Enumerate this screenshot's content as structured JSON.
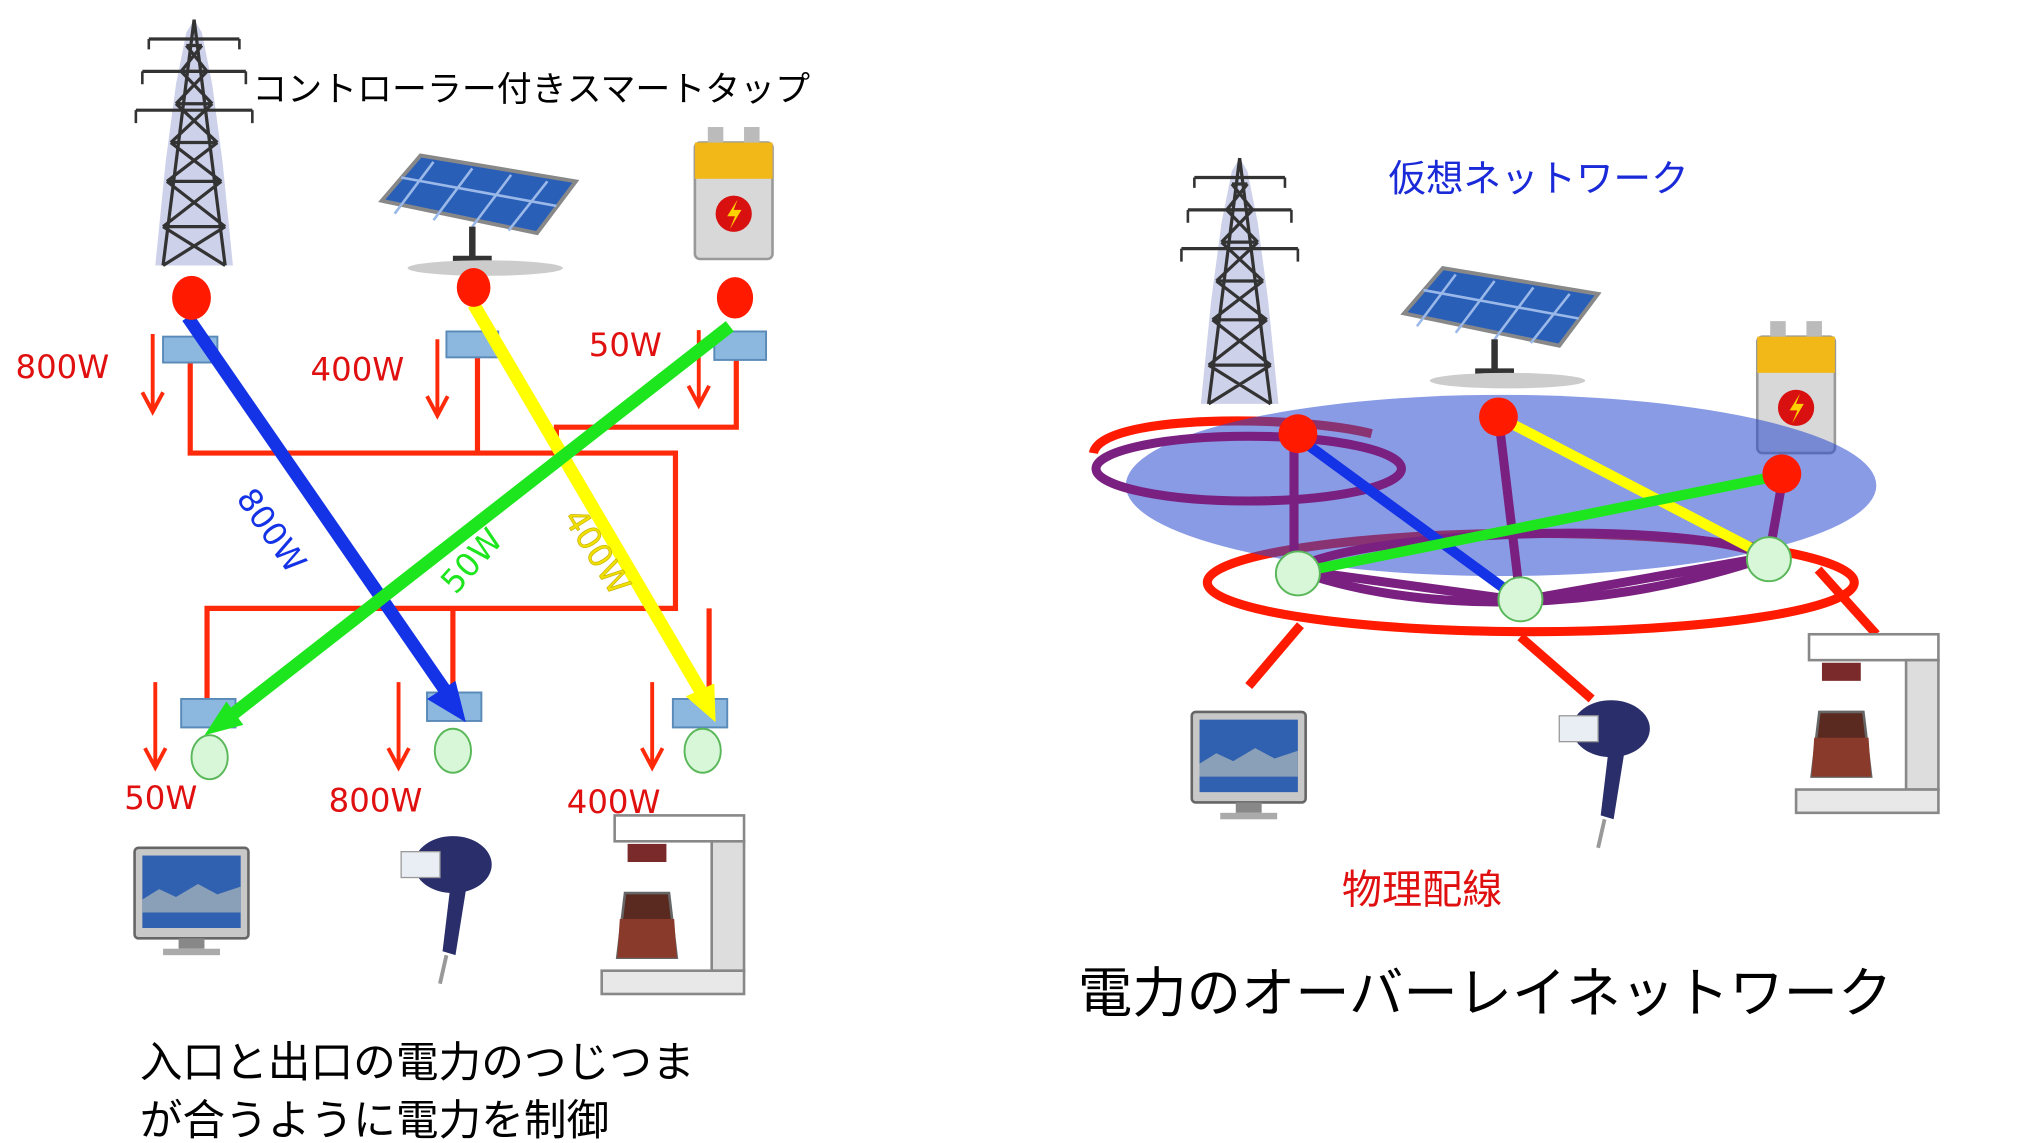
{
  "left": {
    "title": "コントローラー付きスマートタップ",
    "source_labels": [
      "800W",
      "400W",
      "50W"
    ],
    "flow_labels": [
      "800W",
      "50W",
      "400W"
    ],
    "load_labels": [
      "50W",
      "800W",
      "400W"
    ],
    "caption_line1": "入口と出口の電力のつじつま",
    "caption_line2": "が合うように電力を制御"
  },
  "right": {
    "virtual_label": "仮想ネットワーク",
    "physical_label": "物理配線",
    "caption": "電力のオーバーレイネットワーク"
  },
  "colors": {
    "wire": "#ff2a0a",
    "flow_blue": "#1432e6",
    "flow_yellow": "#ffff00",
    "flow_green": "#1ee61e",
    "node_red": "#ff1a00",
    "node_green": "#d8f7d8",
    "tap_box": "#8cb8e0",
    "virtual_blue": "#2848d0",
    "physical_red": "#ff1a00",
    "purple": "#7a2080"
  },
  "icons": [
    "power-tower-icon",
    "solar-panel-icon",
    "battery-icon",
    "tv-icon",
    "hair-dryer-icon",
    "coffee-maker-icon"
  ]
}
